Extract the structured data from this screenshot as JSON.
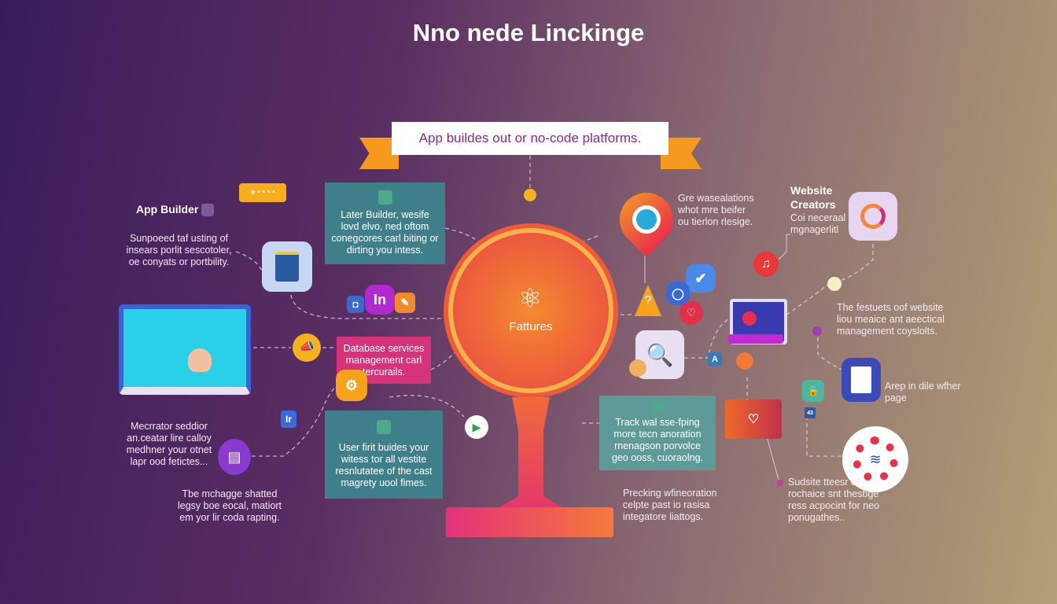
{
  "title": "Nno nede Linckinge",
  "banner": "App buildes out or no-code platforms.",
  "center": {
    "label": "Fattures"
  },
  "left": {
    "app_builder_heading": "App Builder",
    "app_builder_text": "Sunpoeed taf usting of insears porlit sescotoler, oe conyats or portbility.",
    "box1": "Later Builder, wesife lovd elvo, ned oftom conegcores carl biting or dirting you intess.",
    "box2": "Database services management carl tercurails.",
    "box3": "User firit buides your witess tor all vestite resnlutatee of the cast magrety uool fimes.",
    "text_mid": "Mecrrator seddior an.ceatar lire calloy medhner your otnet lapr ood fetictes...",
    "text_bottom": "Tbe mchagge shatted legsy boe eocal, matiort em yor lir coda rapting.",
    "chip_in": "In",
    "chip_ir": "Ir"
  },
  "right": {
    "text_top": "Gre wasealations whot mre beifer ou tierlon rlesige.",
    "website_heading": "Website Creators",
    "website_text": "Coi neceraal mgnagerlitl",
    "features_text": "The festuets oof website liou meaice ant aeectical management coyslolts.",
    "page_text": "Arep in dile wfher page",
    "box_track": "Track wal sse-fping more tecn anoration rnenagson porvolce geo ooss, cuoraolng.",
    "text_pred": "Precking wfineoration celpte past io rasisa integatore liattogs.",
    "text_sudsite": "Sudsite tteesr ef rochaice snt thesbge ress acpocint for neo ponugathes..",
    "chip_a": "A",
    "chip_43": "43"
  },
  "colors": {
    "accent": "#f7a21b",
    "teal": "#3f7f8a",
    "pink": "#d6337a",
    "orange": "#f36b2b"
  }
}
